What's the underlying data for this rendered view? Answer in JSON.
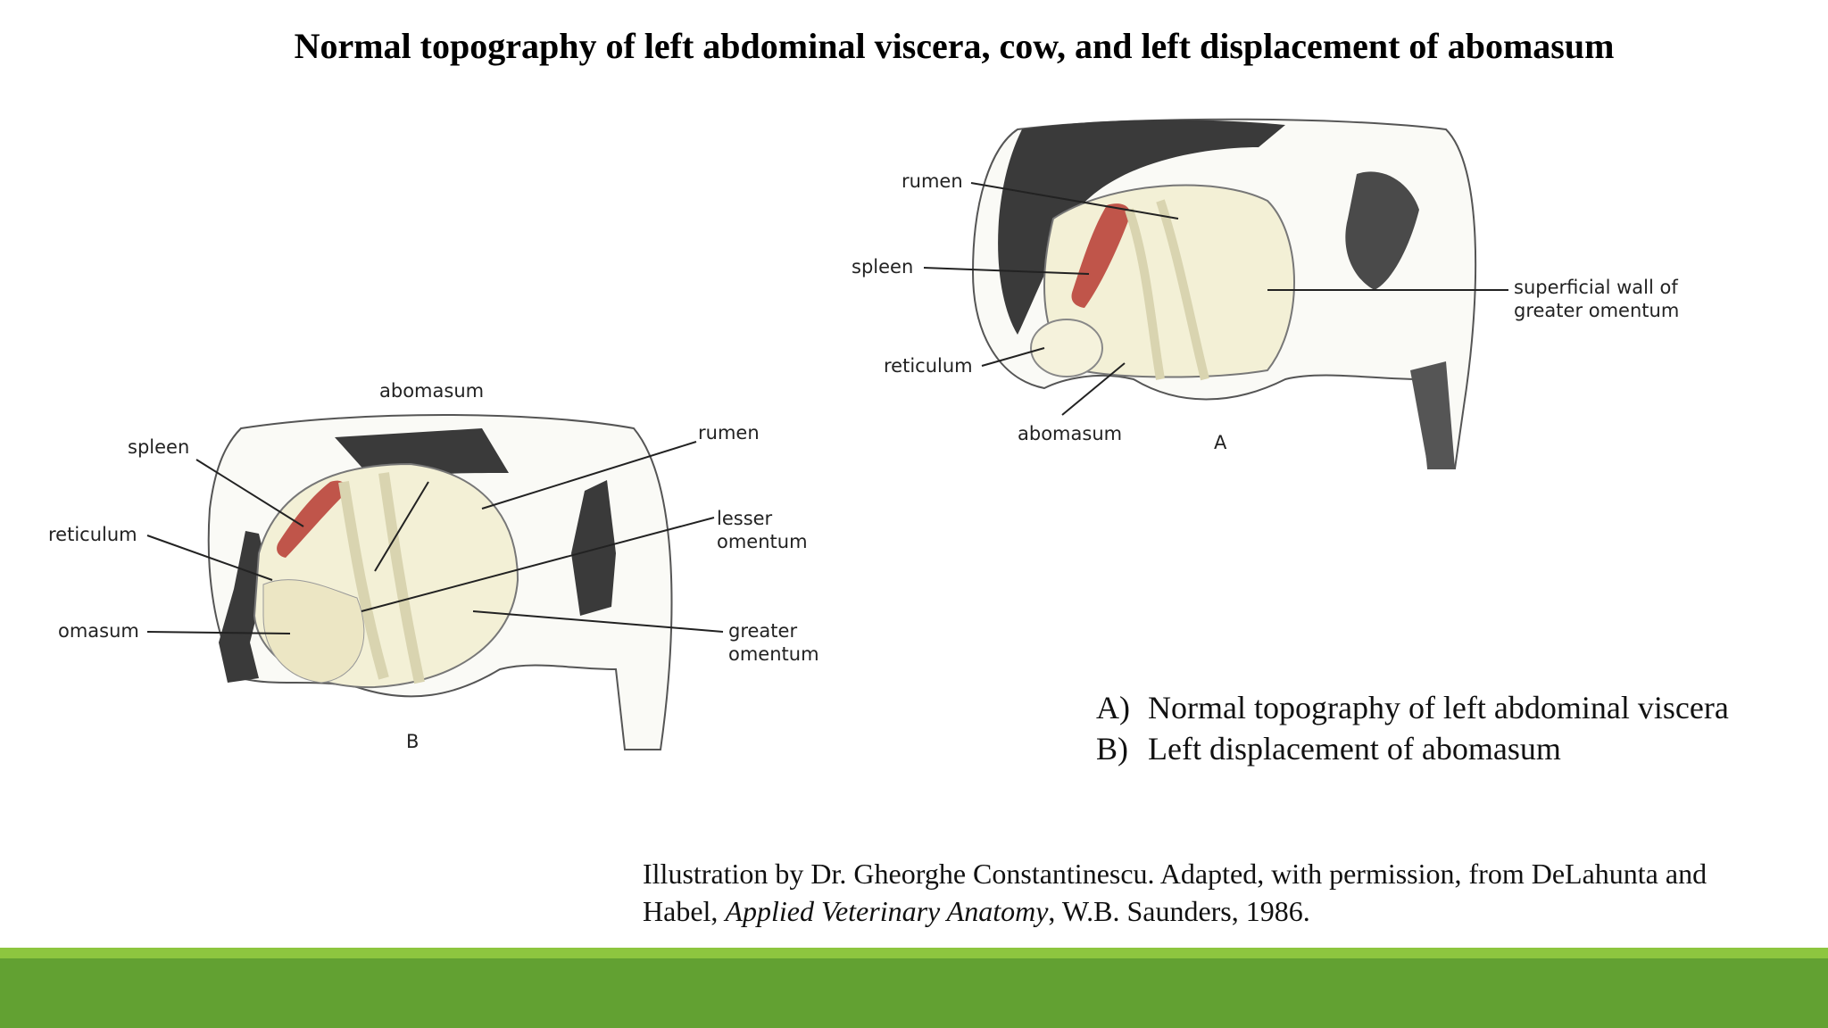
{
  "title": "Normal topography of left abdominal viscera, cow, and left displacement of abomasum",
  "figure_a": {
    "panel_letter": "A",
    "labels": {
      "rumen": "rumen",
      "spleen": "spleen",
      "reticulum": "reticulum",
      "abomasum": "abomasum",
      "superficial_wall_line1": "superficial wall of",
      "superficial_wall_line2": "greater omentum"
    }
  },
  "figure_b": {
    "panel_letter": "B",
    "labels": {
      "abomasum": "abomasum",
      "spleen": "spleen",
      "rumen": "rumen",
      "reticulum": "reticulum",
      "lesser_line1": "lesser",
      "lesser_line2": "omentum",
      "omasum": "omasum",
      "greater_line1": "greater",
      "greater_line2": "omentum"
    }
  },
  "legend": {
    "items": [
      {
        "key": "A)",
        "text": "Normal topography of left abdominal viscera"
      },
      {
        "key": "B)",
        "text": "Left displacement of abomasum"
      }
    ]
  },
  "credit": {
    "line1": "Illustration by Dr. Gheorghe Constantinescu. Adapted, with permission, from DeLahunta and",
    "line2_prefix": "Habel, ",
    "book_title": "Applied Veterinary Anatomy",
    "line2_suffix": ", W.B. Saunders, 1986."
  },
  "colors": {
    "band_light": "#8dc63f",
    "band_dark": "#62a132",
    "spleen": "#c0554a",
    "viscera": "#f3f0d6",
    "hide_dark": "#3a3a3a"
  }
}
